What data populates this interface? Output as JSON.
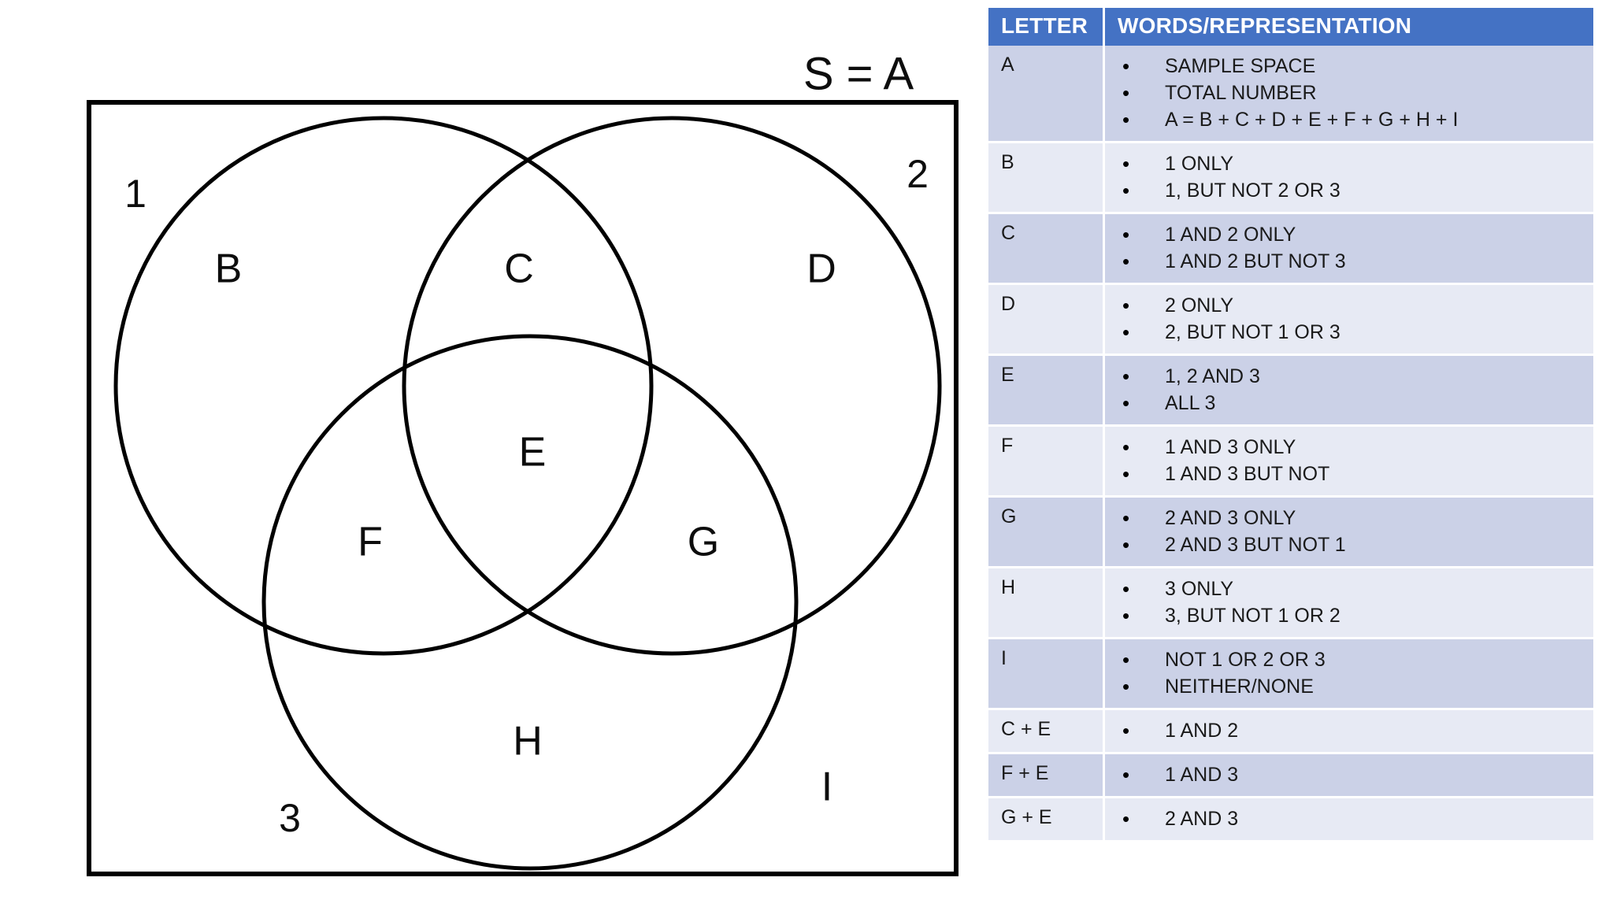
{
  "diagram": {
    "title": "S = A",
    "set_numbers": [
      "1",
      "2",
      "3"
    ],
    "region_labels": {
      "b": "B",
      "c": "C",
      "d": "D",
      "e": "E",
      "f": "F",
      "g": "G",
      "h": "H",
      "i": "I"
    }
  },
  "table": {
    "headers": {
      "letter": "LETTER",
      "words": "WORDS/REPRESENTATION"
    },
    "accent_color": "#4472C4",
    "row_shade_dark": "#CBD1E7",
    "row_shade_light": "#E7EAF4",
    "rows": [
      {
        "letter": "A",
        "items": [
          "SAMPLE SPACE",
          "TOTAL NUMBER",
          "A = B + C + D + E + F + G + H + I"
        ]
      },
      {
        "letter": "B",
        "items": [
          "1 ONLY",
          "1, BUT NOT 2 OR 3"
        ]
      },
      {
        "letter": "C",
        "items": [
          "1 AND 2 ONLY",
          "1 AND 2 BUT NOT 3"
        ]
      },
      {
        "letter": "D",
        "items": [
          "2 ONLY",
          "2, BUT NOT 1 OR 3"
        ]
      },
      {
        "letter": "E",
        "items": [
          "1, 2 AND 3",
          "ALL 3"
        ]
      },
      {
        "letter": "F",
        "items": [
          "1 AND 3 ONLY",
          "1 AND 3 BUT NOT"
        ]
      },
      {
        "letter": "G",
        "items": [
          "2 AND 3 ONLY",
          "2 AND 3 BUT NOT 1"
        ]
      },
      {
        "letter": "H",
        "items": [
          "3 ONLY",
          "3, BUT NOT 1 OR 2"
        ]
      },
      {
        "letter": "I",
        "items": [
          "NOT 1 OR 2 OR 3",
          "NEITHER/NONE"
        ]
      },
      {
        "letter": "C + E",
        "items": [
          "1 AND 2"
        ]
      },
      {
        "letter": "F + E",
        "items": [
          "1 AND 3"
        ]
      },
      {
        "letter": "G + E",
        "items": [
          "2 AND 3"
        ]
      }
    ]
  }
}
